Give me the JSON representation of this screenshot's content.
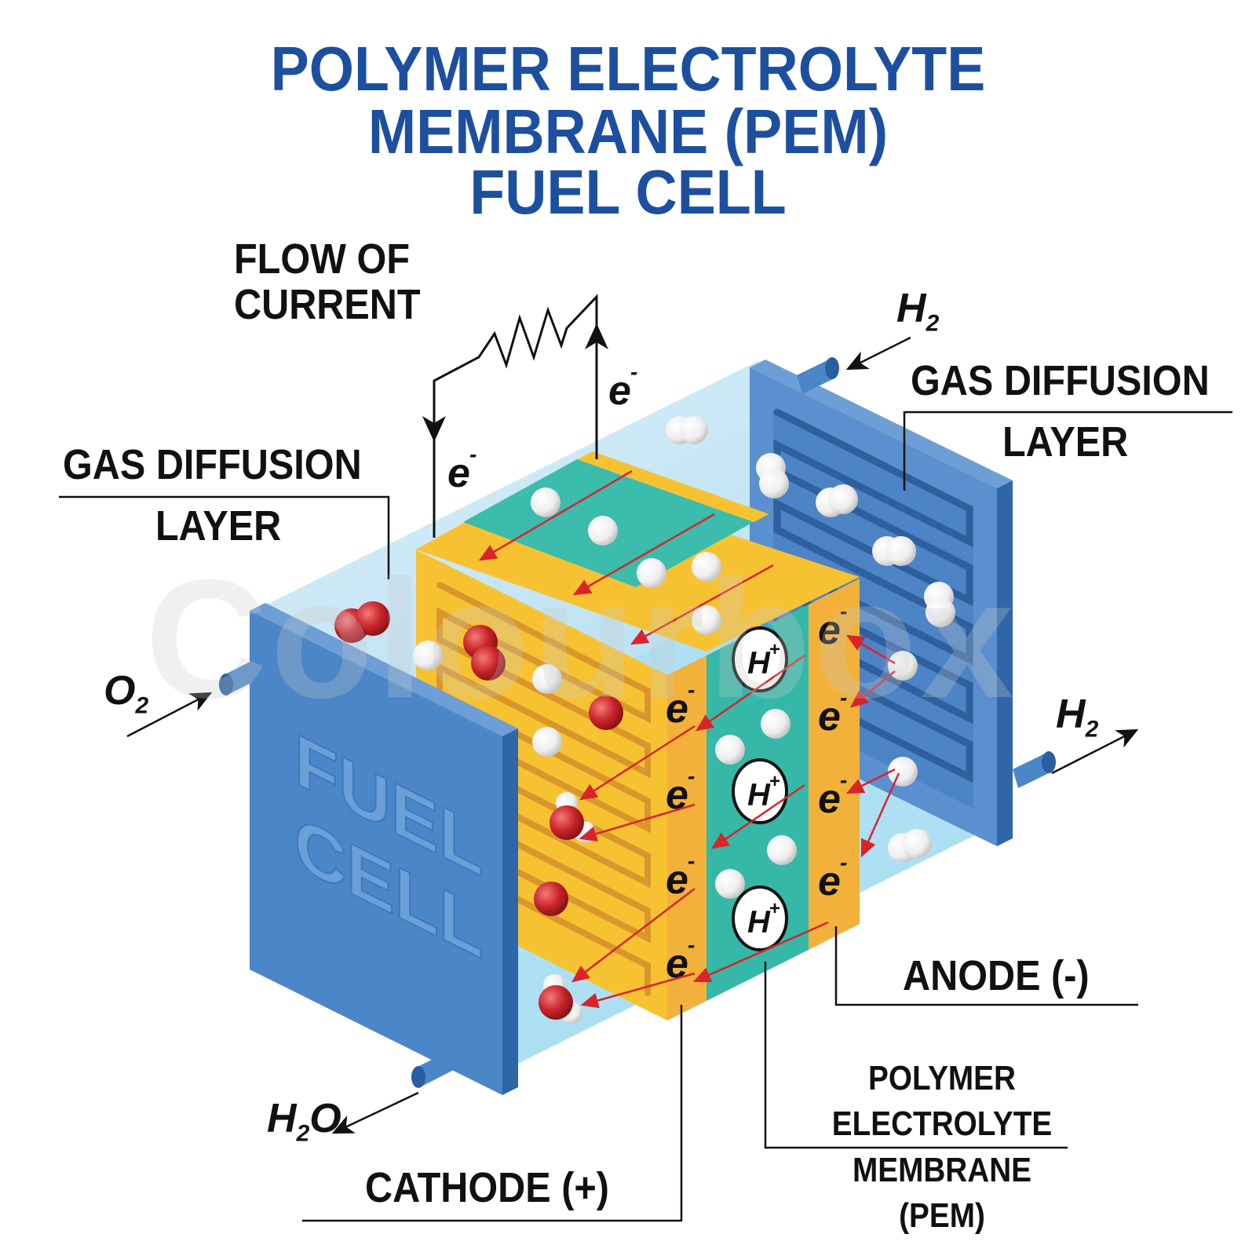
{
  "title": {
    "line1": "POLYMER ELECTROLYTE",
    "line2": "MEMBRANE (PEM)",
    "line3": "FUEL CELL"
  },
  "labels": {
    "flow_of_current_line1": "FLOW OF",
    "flow_of_current_line2": "CURRENT",
    "gas_diffusion_left_line1": "GAS DIFFUSION",
    "gas_diffusion_left_line2": "LAYER",
    "gas_diffusion_right_line1": "GAS DIFFUSION",
    "gas_diffusion_right_line2": "LAYER",
    "anode": "ANODE (-)",
    "cathode": "CATHODE (+)",
    "pem_line1": "POLYMER",
    "pem_line2": "ELECTROLYTE",
    "pem_line3": "MEMBRANE",
    "pem_line4": "(PEM)",
    "plate_text_line1": "FUEL",
    "plate_text_line2": "CELL",
    "watermark": "Colourbox"
  },
  "chemicals": {
    "o2_in": {
      "base": "O",
      "sub": "2"
    },
    "h2_in": {
      "base": "H",
      "sub": "2"
    },
    "h2_out": {
      "base": "H",
      "sub": "2"
    },
    "h2o_out": {
      "base": "H",
      "sub": "2",
      "tail": "O"
    }
  },
  "particles": {
    "electron": "e",
    "electron_charge": "-",
    "proton": "H",
    "proton_charge": "+"
  },
  "colors": {
    "title_blue": "#1d4f9f",
    "plate_blue": "#4a86c8",
    "plate_blue_side": "#3a6fae",
    "electrode_yellow": "#f7c232",
    "electrode_orange": "#f2b13a",
    "membrane_teal": "#35b8a8",
    "gas_light_blue": "#bfe3f3",
    "oxygen_red": "#c8242b",
    "arrow_red": "#d8242a"
  }
}
